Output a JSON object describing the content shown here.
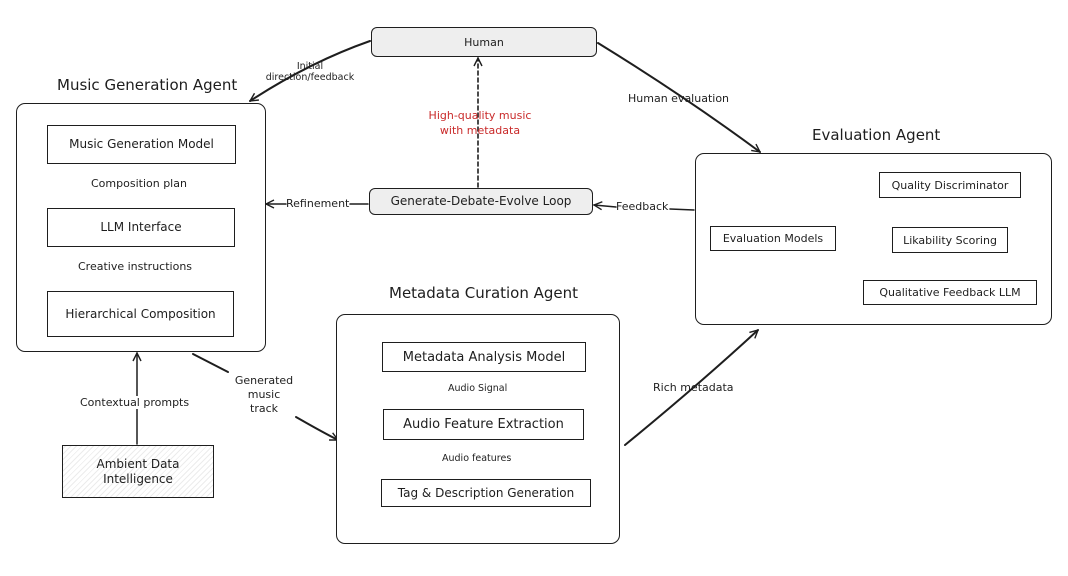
{
  "human": {
    "label": "Human"
  },
  "loop": {
    "label": "Generate-Debate-Evolve Loop"
  },
  "edges": {
    "initial_feedback": [
      "Initial",
      "direction/feedback"
    ],
    "human_evaluation": "Human evaluation",
    "high_quality": [
      "High-quality music",
      "with metadata"
    ],
    "refinement": "Refinement",
    "feedback": "Feedback",
    "generated_track": [
      "Generated",
      "music",
      "track"
    ],
    "contextual_prompts": "Contextual prompts",
    "rich_metadata": "Rich metadata"
  },
  "music_agent": {
    "title": "Music Generation Agent",
    "model": "Music Generation Model",
    "step1": "Composition plan",
    "llm": "LLM Interface",
    "step2": "Creative instructions",
    "composition": "Hierarchical Composition"
  },
  "ambient": {
    "line1": "Ambient Data",
    "line2": "Intelligence"
  },
  "metadata_agent": {
    "title": "Metadata Curation Agent",
    "model": "Metadata Analysis Model",
    "step1": "Audio Signal",
    "extraction": "Audio Feature Extraction",
    "step2": "Audio features",
    "tagging": "Tag & Description Generation"
  },
  "evaluation_agent": {
    "title": "Evaluation Agent",
    "models": "Evaluation Models",
    "quality": "Quality Discriminator",
    "likability": "Likability Scoring",
    "qualitative": "Qualitative Feedback LLM"
  }
}
